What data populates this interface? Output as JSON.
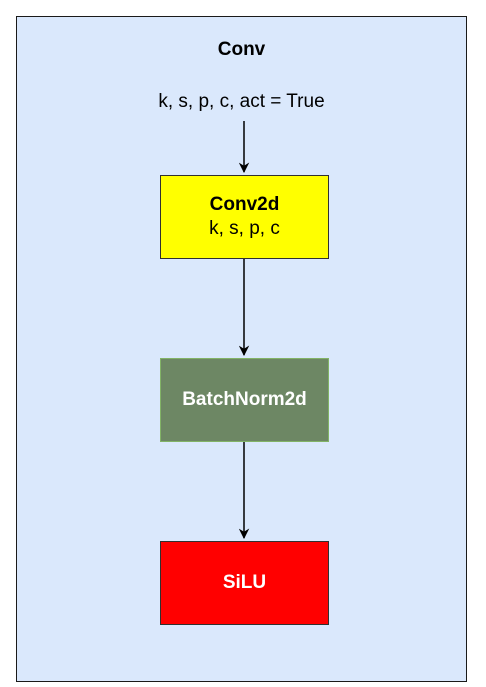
{
  "diagram": {
    "title": "Conv",
    "params": "k, s, p, c, act = True",
    "nodes": {
      "conv2d": {
        "name": "Conv2d",
        "sub": "k, s, p, c"
      },
      "batchnorm": {
        "name": "BatchNorm2d"
      },
      "silu": {
        "name": "SiLU"
      }
    },
    "edges": [
      {
        "from": "params",
        "to": "conv2d"
      },
      {
        "from": "conv2d",
        "to": "batchnorm"
      },
      {
        "from": "batchnorm",
        "to": "silu"
      }
    ],
    "colors": {
      "container": "#dae8fc",
      "conv2d": "#ffff00",
      "batchnorm": "#6d8764",
      "silu": "#ff0000"
    }
  }
}
